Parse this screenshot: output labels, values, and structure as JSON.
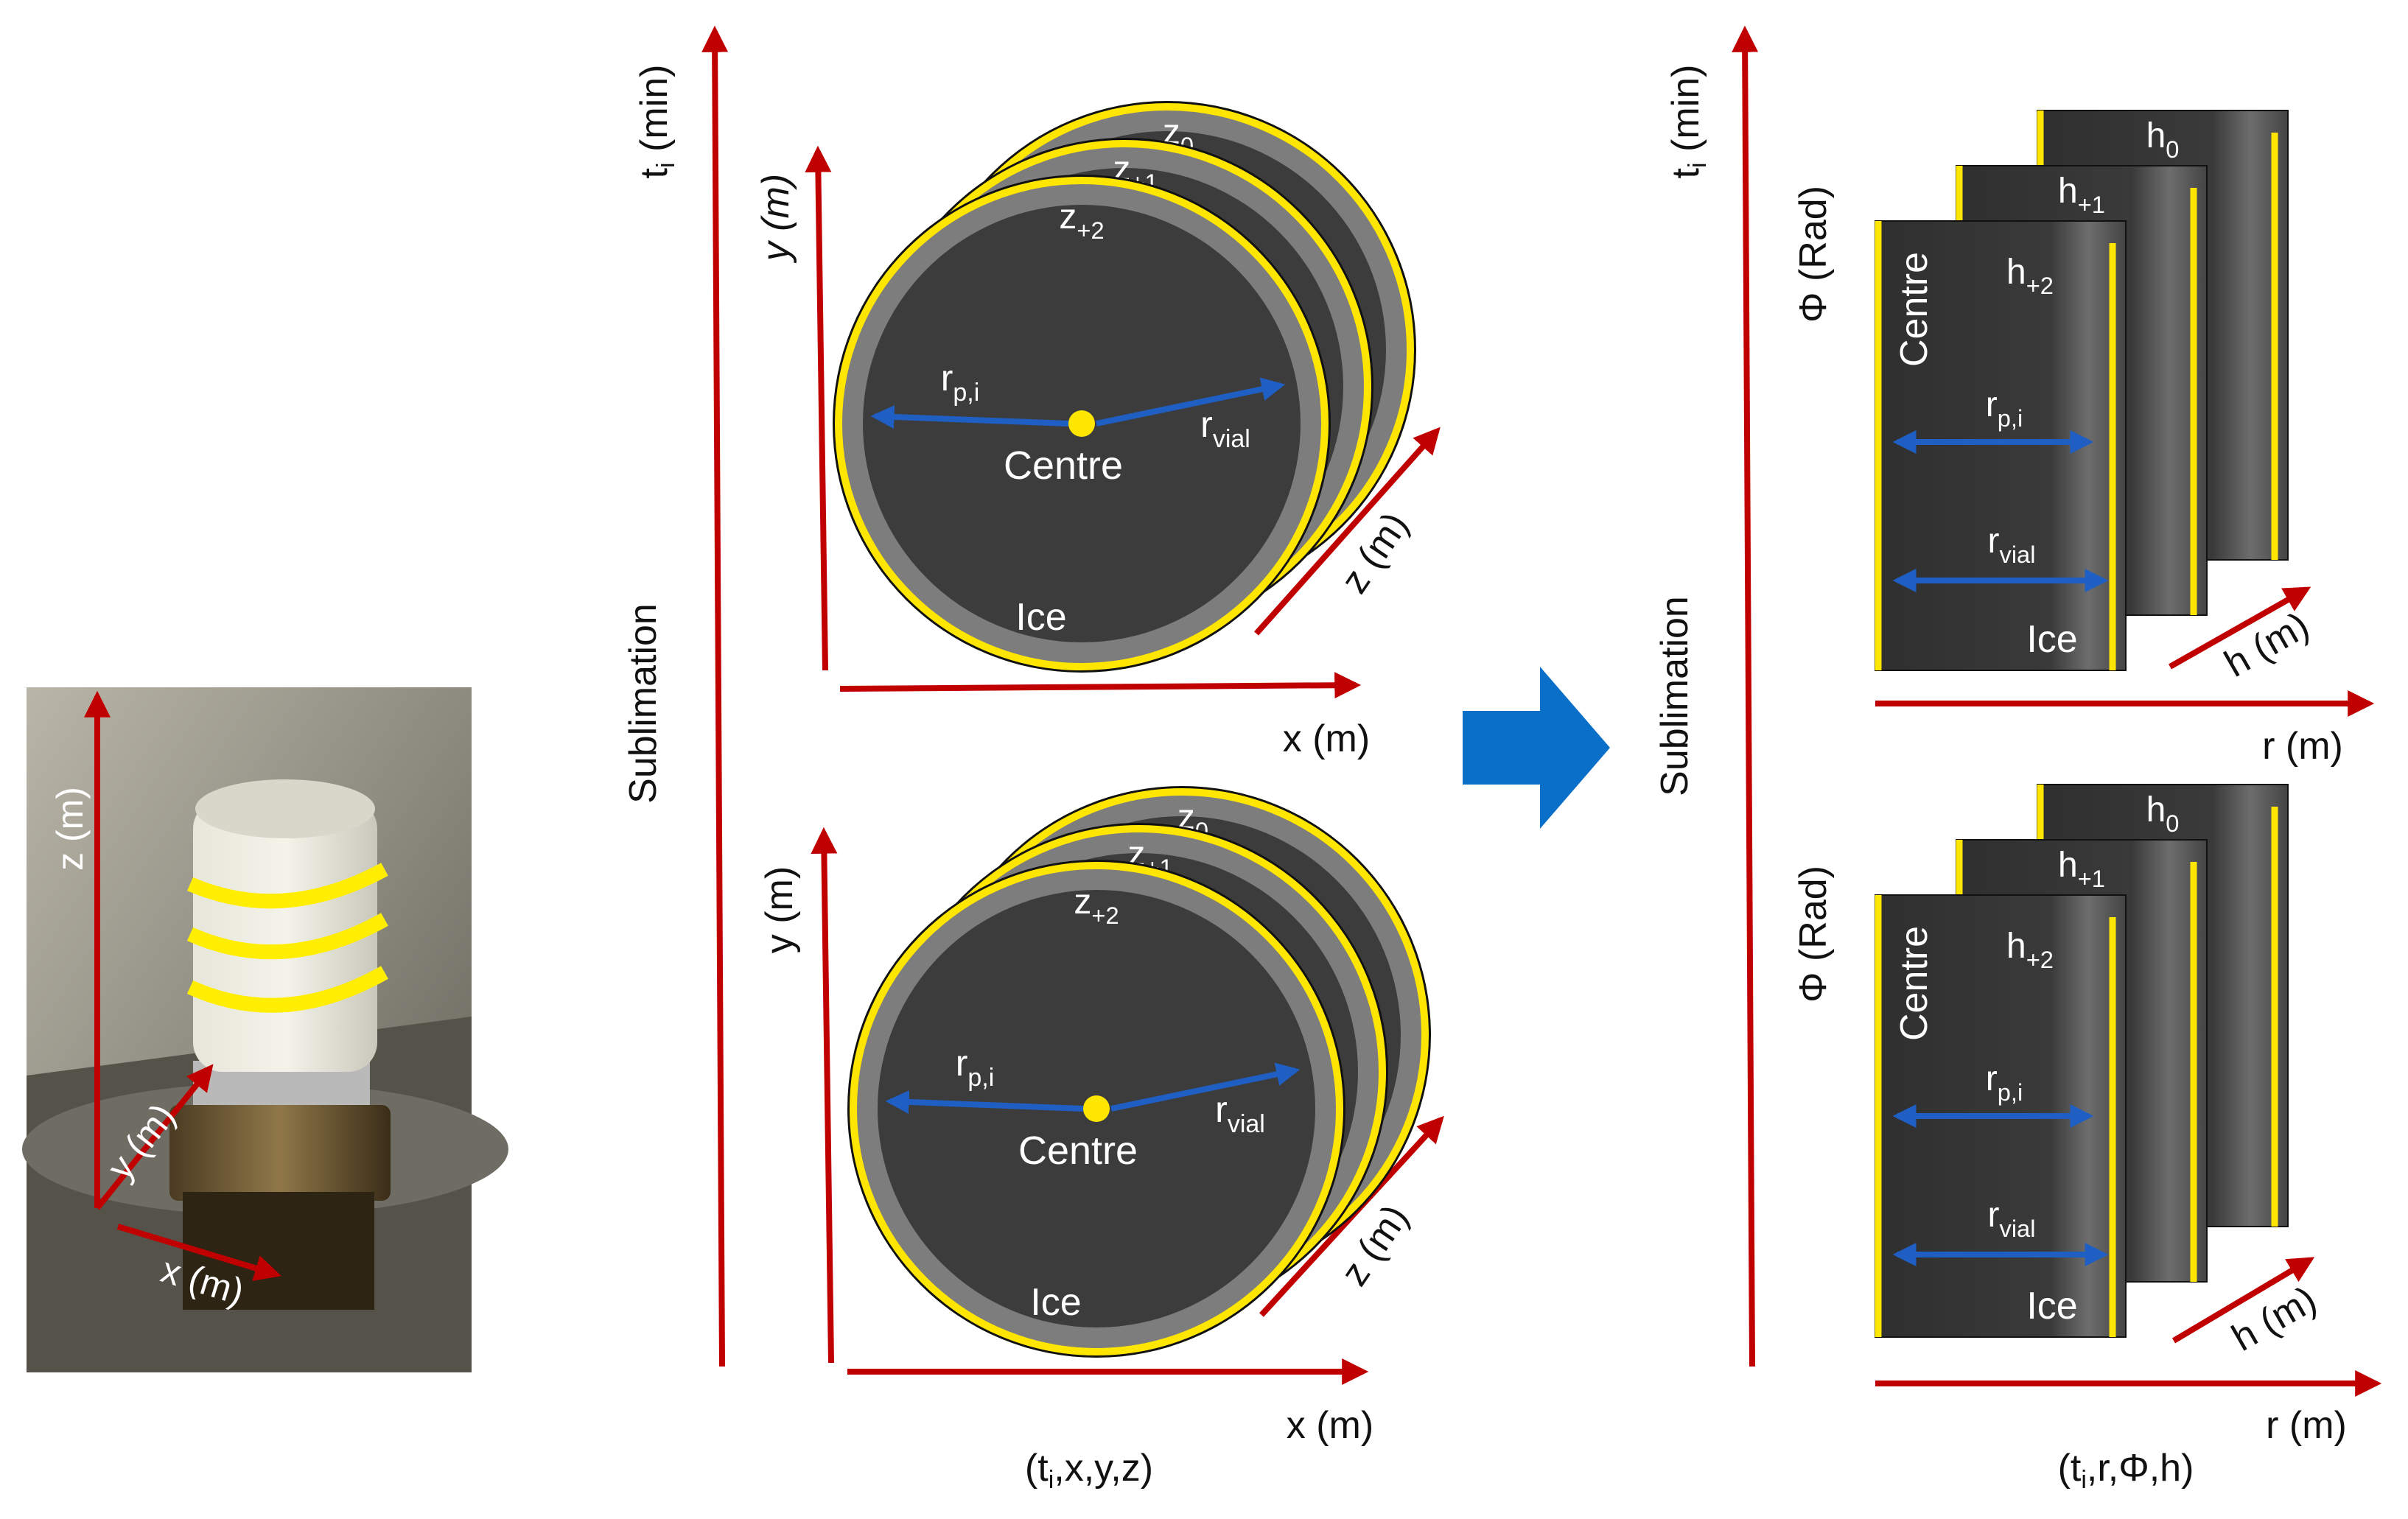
{
  "colors": {
    "axis": "#c00000",
    "measure": "#1f5fc4",
    "edge": "#ffe600",
    "disc": "#3a3a3a",
    "ring": "#8a8a8a",
    "process_arrow": "#0a6fc9"
  },
  "photo": {
    "z_axis": "z (m)",
    "y_axis": "y (m)",
    "x_axis": "x (m)"
  },
  "cartesian": {
    "time_axis_main": "t",
    "time_axis_sub": "i",
    "time_axis_unit": " (min)",
    "process_label": "Sublimation",
    "y_axis": "y (m)",
    "x_axis": "x (m)",
    "z_axis": "z (m)",
    "slices": [
      {
        "main": "z",
        "sub": "0"
      },
      {
        "main": "z",
        "sub": "+1"
      },
      {
        "main": "z",
        "sub": "+2"
      }
    ],
    "rp_main": "r",
    "rp_sub": "p,i",
    "rvial_main": "r",
    "rvial_sub": "vial",
    "centre_label": "Centre",
    "ice_label": "Ice",
    "coordinates_label": "(t",
    "coordinates_sub": "i",
    "coordinates_rest": ",x,y,z)"
  },
  "process_arrow_icon": "right-arrow-icon",
  "polar": {
    "time_axis_main": "t",
    "time_axis_sub": "i",
    "time_axis_unit": " (min)",
    "process_label": "Sublimation",
    "phi_axis": "Φ (Rad)",
    "r_axis": "r (m)",
    "h_axis": "h (m)",
    "slices": [
      {
        "main": "h",
        "sub": "0"
      },
      {
        "main": "h",
        "sub": "+1"
      },
      {
        "main": "h",
        "sub": "+2"
      }
    ],
    "centre_label": "Centre",
    "rp_main": "r",
    "rp_sub": "p,i",
    "rvial_main": "r",
    "rvial_sub": "vial",
    "ice_label": "Ice",
    "coordinates_label": "(t",
    "coordinates_sub": "i",
    "coordinates_rest": ",r,Φ,h)"
  }
}
